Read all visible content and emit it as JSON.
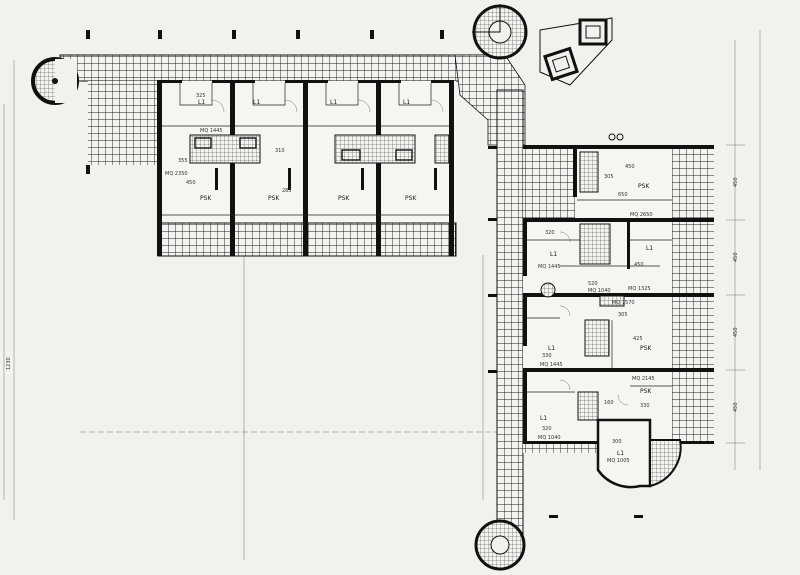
{
  "north_units": [
    {
      "top": "L1",
      "bottom": "PSK",
      "area": "MQ 1445",
      "d1": "325",
      "d2": "355",
      "d3": "450",
      "d4": "MQ 2350"
    },
    {
      "top": "L1",
      "bottom": "PSK",
      "d1": "285",
      "d2": "310"
    },
    {
      "top": "L1",
      "bottom": "PSK"
    },
    {
      "top": "L1",
      "bottom": "PSK"
    }
  ],
  "east_units": [
    {
      "label": "PSK",
      "area": "MQ 2650",
      "d1": "650",
      "d2": "450",
      "d3": "305"
    },
    {
      "label_left": "L1",
      "area_left": "MQ 1445",
      "label_right": "L1",
      "area_right": "MQ 1325",
      "d_left": "320",
      "d_mid": "520",
      "d_mid2": "MQ 1040",
      "d_right": "450"
    },
    {
      "label_left": "L1",
      "area_left": "MQ 1445",
      "label_right": "PSK",
      "area_right": "MQ 7570",
      "d_left": "330",
      "d_right": "425",
      "d_top": "305"
    },
    {
      "label_left": "L1",
      "area_left": "MQ 1040",
      "label_right": "PSK",
      "area_right": "MQ 2145",
      "d_left": "320",
      "d_right": "330",
      "d_mid": "160"
    },
    {
      "label": "L1",
      "area": "MQ 1005",
      "d1": "300"
    }
  ],
  "dimensions_right": [
    "450",
    "450",
    "450",
    "450"
  ],
  "dimensions_left": [
    "1230"
  ]
}
